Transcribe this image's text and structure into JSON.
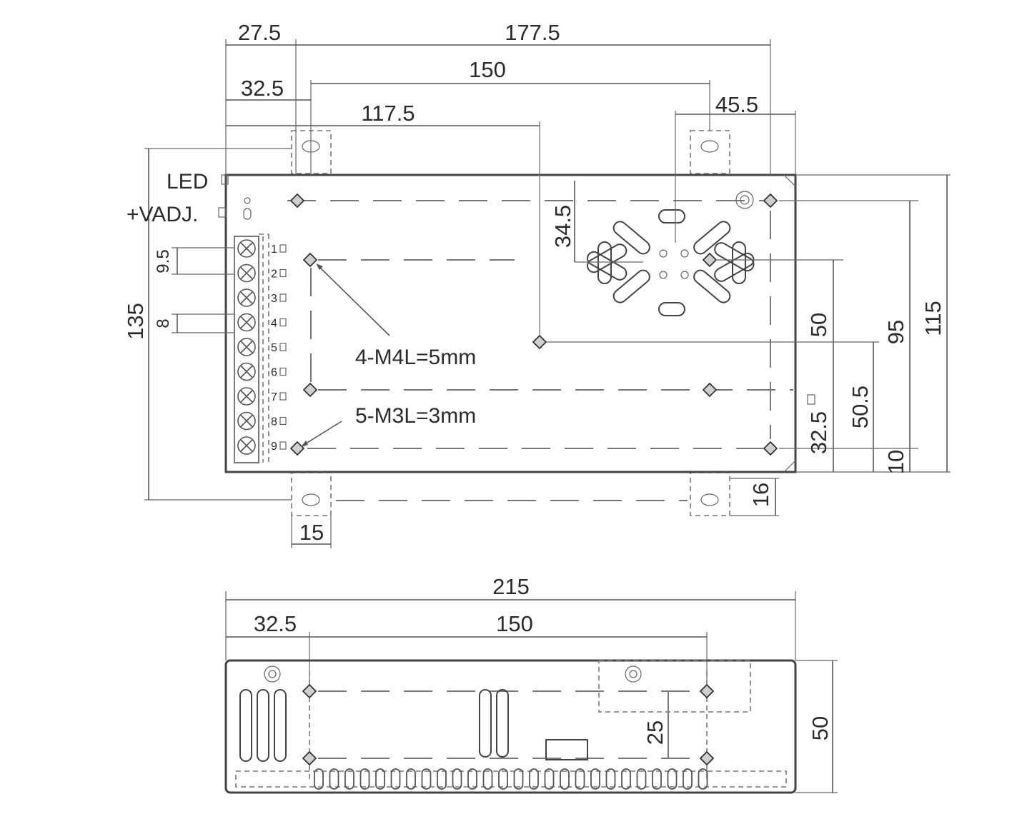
{
  "top_view": {
    "dims": {
      "d_27_5": "27.5",
      "d_177_5": "177.5",
      "d_32_5": "32.5",
      "d_150": "150",
      "d_117_5": "117.5",
      "d_45_5": "45.5",
      "d_34_5": "34.5",
      "d_9_5": "9.5",
      "d_8": "8",
      "d_135": "135",
      "d_50": "50",
      "d_95": "95",
      "d_115": "115",
      "d_50_5": "50.5",
      "d_32_5_right": "32.5",
      "d_10": "10",
      "d_16": "16",
      "d_15": "15"
    },
    "labels": {
      "led": "LED",
      "vadj": "+VADJ.",
      "screw_m4": "4-M4L=5mm",
      "screw_m3": "5-M3L=3mm"
    },
    "terminals": [
      "1",
      "2",
      "3",
      "4",
      "5",
      "6",
      "7",
      "8",
      "9"
    ]
  },
  "side_view": {
    "dims": {
      "d_215": "215",
      "d_32_5": "32.5",
      "d_150": "150",
      "d_25": "25",
      "d_50": "50"
    }
  }
}
